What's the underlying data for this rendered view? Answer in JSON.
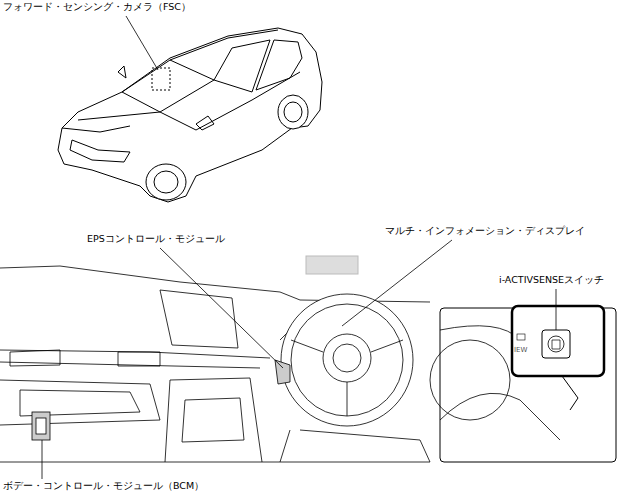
{
  "diagram": {
    "labels": [
      "フォワード・センシング・カメラ（FSC）",
      "EPSコントロール・モジュール",
      "マルチ・インフォメーション・ディスプレイ",
      "i-ACTIVSENSEスイッチ",
      "IEW",
      "ボデー・コントロール・モジュール（BCM）"
    ]
  }
}
